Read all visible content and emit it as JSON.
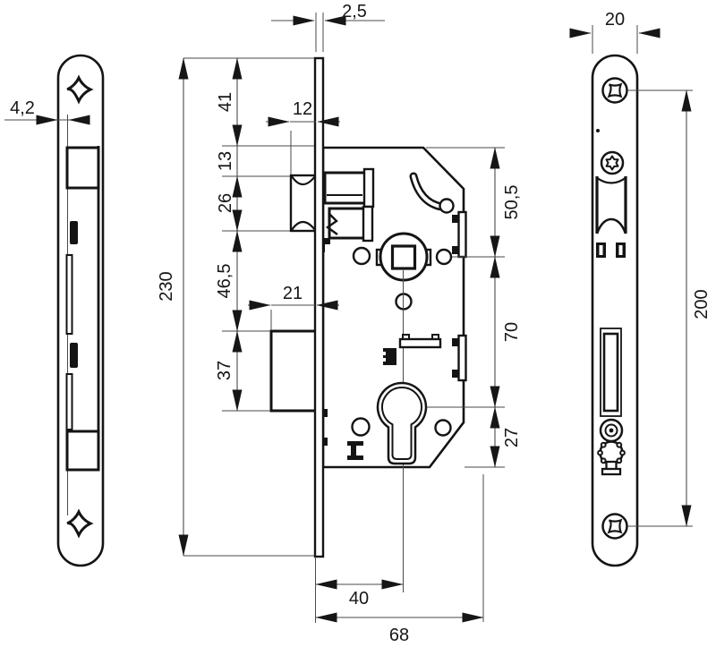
{
  "drawing": {
    "kind": "mortise-lock technical drawing, three orthographic views",
    "views": [
      "strike-plate-side",
      "lock-case-side",
      "faceplate-front"
    ]
  },
  "dims": {
    "plate_thickness": "4,2",
    "faceplate_thickness": "2,5",
    "latch_box_width": "12",
    "faceplate_length": "230",
    "top_to_case": "41",
    "case_to_latch": "13",
    "latch_height": "26",
    "latch_to_deadbolt": "46,5",
    "deadbolt_height": "37",
    "deadbolt_box_width": "21",
    "case_top_to_spindle": "50,5",
    "spindle_to_cylinder": "70",
    "cylinder_to_bottom": "27",
    "backset": "40",
    "case_depth": "68",
    "faceplate_width": "20",
    "screw_spacing": "200"
  },
  "colors": {
    "line": "#141414",
    "dim_line": "#4a4a4a",
    "background": "#ffffff"
  }
}
